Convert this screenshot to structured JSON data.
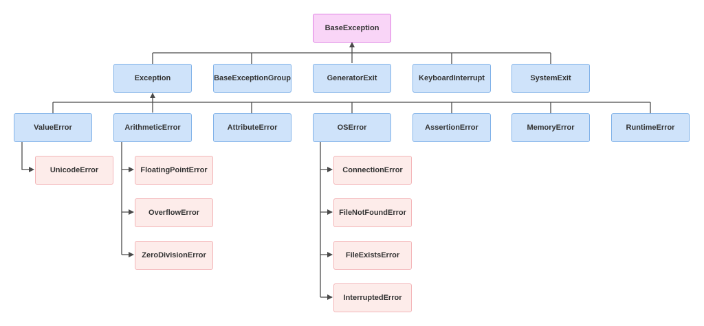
{
  "nodes": {
    "base_exception": "BaseException",
    "exception": "Exception",
    "base_exception_group": "BaseExceptionGroup",
    "generator_exit": "GeneratorExit",
    "keyboard_interrupt": "KeyboardInterrupt",
    "system_exit": "SystemExit",
    "value_error": "ValueError",
    "arithmetic_error": "ArithmeticError",
    "attribute_error": "AttributeError",
    "os_error": "OSError",
    "assertion_error": "AssertionError",
    "memory_error": "MemoryError",
    "runtime_error": "RuntimeError",
    "unicode_error": "UnicodeError",
    "floating_point_error": "FloatingPointError",
    "overflow_error": "OverflowError",
    "zero_division_error": "ZeroDivisionError",
    "connection_error": "ConnectionError",
    "file_not_found_error": "FileNotFoundError",
    "file_exists_error": "FileExistsError",
    "interrupted_error": "InterruptedError"
  },
  "colors": {
    "root_fill": "#f9d5f7",
    "level_fill": "#cfe3fa",
    "leaf_fill": "#fdecea",
    "edge": "#4a4a4a"
  }
}
